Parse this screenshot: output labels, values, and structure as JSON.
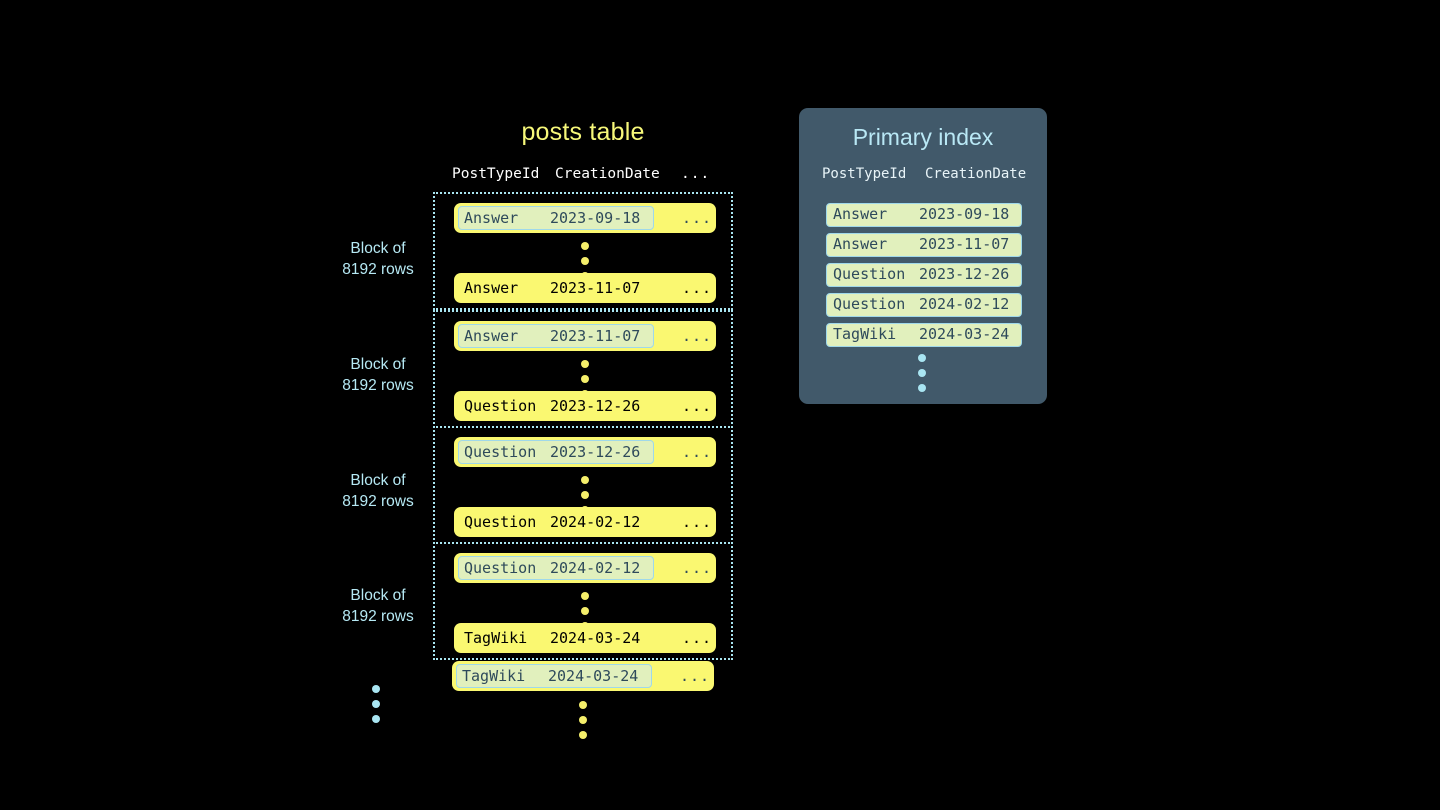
{
  "posts_table": {
    "title": "posts table",
    "columns": [
      "PostTypeId",
      "CreationDate",
      "..."
    ],
    "ellipsis": "...",
    "blocks": [
      {
        "label_line1": "Block of",
        "label_line2": "8192 rows",
        "first_row": {
          "post_type_id": "Answer",
          "creation_date": "2023-09-18",
          "more": "...",
          "highlighted": true
        },
        "last_row": {
          "post_type_id": "Answer",
          "creation_date": "2023-11-07",
          "more": "...",
          "highlighted": false
        }
      },
      {
        "label_line1": "Block of",
        "label_line2": "8192 rows",
        "first_row": {
          "post_type_id": "Answer",
          "creation_date": "2023-11-07",
          "more": "...",
          "highlighted": true
        },
        "last_row": {
          "post_type_id": "Question",
          "creation_date": "2023-12-26",
          "more": "...",
          "highlighted": false
        }
      },
      {
        "label_line1": "Block of",
        "label_line2": "8192 rows",
        "first_row": {
          "post_type_id": "Question",
          "creation_date": "2023-12-26",
          "more": "...",
          "highlighted": true
        },
        "last_row": {
          "post_type_id": "Question",
          "creation_date": "2024-02-12",
          "more": "...",
          "highlighted": false
        }
      },
      {
        "label_line1": "Block of",
        "label_line2": "8192 rows",
        "first_row": {
          "post_type_id": "Question",
          "creation_date": "2024-02-12",
          "more": "...",
          "highlighted": true
        },
        "last_row": {
          "post_type_id": "TagWiki",
          "creation_date": "2024-03-24",
          "more": "...",
          "highlighted": false
        }
      }
    ],
    "trailing_row": {
      "post_type_id": "TagWiki",
      "creation_date": "2024-03-24",
      "more": "...",
      "highlighted": true
    }
  },
  "primary_index": {
    "title": "Primary index",
    "columns": [
      "PostTypeId",
      "CreationDate"
    ],
    "entries": [
      {
        "post_type_id": "Answer",
        "creation_date": "2023-09-18"
      },
      {
        "post_type_id": "Answer",
        "creation_date": "2023-11-07"
      },
      {
        "post_type_id": "Question",
        "creation_date": "2023-12-26"
      },
      {
        "post_type_id": "Question",
        "creation_date": "2024-02-12"
      },
      {
        "post_type_id": "TagWiki",
        "creation_date": "2024-03-24"
      }
    ]
  },
  "colors": {
    "background": "#000000",
    "row_yellow": "#faf871",
    "highlight_green": "#e1f0bd",
    "accent_blue": "#a8e4f0",
    "panel_slate": "#41596a",
    "title_yellow": "#f7f87a",
    "dot_yellow": "#f5ef6b"
  }
}
